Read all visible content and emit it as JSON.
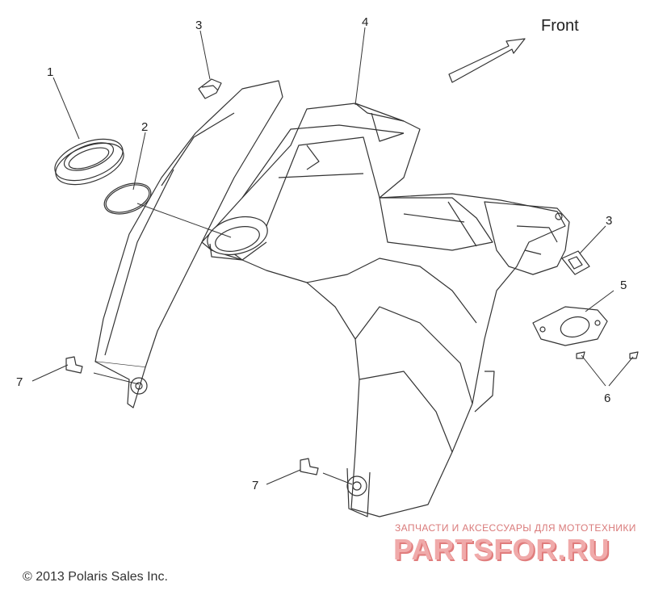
{
  "direction": {
    "label": "Front"
  },
  "callouts": {
    "c1": "1",
    "c2": "2",
    "c3a": "3",
    "c3b": "3",
    "c4": "4",
    "c5": "5",
    "c6": "6",
    "c7a": "7",
    "c7b": "7"
  },
  "footer": {
    "copyright": "© 2013 Polaris Sales Inc."
  },
  "watermark": {
    "tagline": "ЗАПЧАСТИ И АКСЕССУАРЫ ДЛЯ МОТОТЕХНИКИ",
    "logo": "PARTSFOR.RU"
  },
  "colors": {
    "line": "#333333",
    "fill": "#ffffff",
    "watermark": "#e07c7c"
  }
}
